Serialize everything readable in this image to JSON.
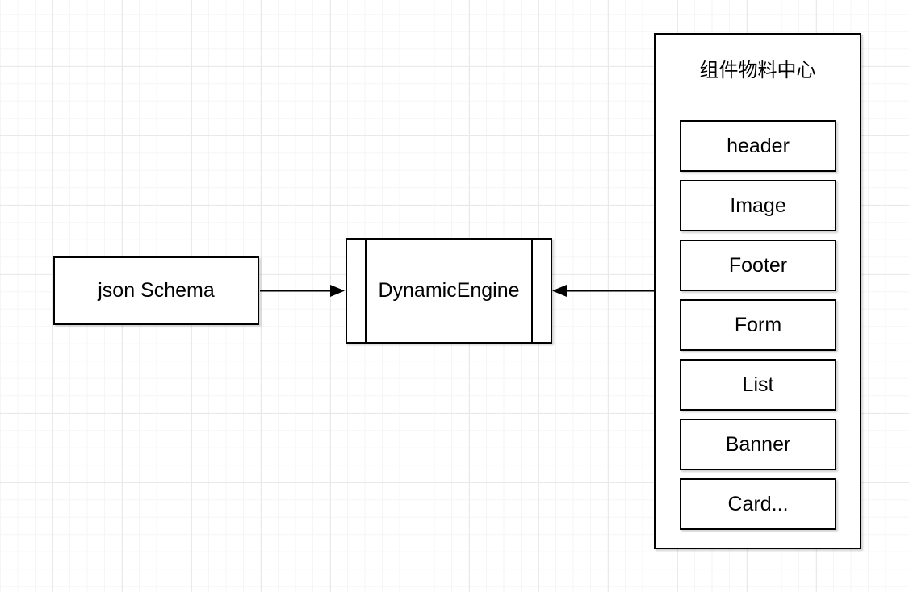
{
  "diagram": {
    "nodes": {
      "json_schema": {
        "label": "json Schema"
      },
      "dynamic_engine": {
        "label": "DynamicEngine"
      }
    },
    "material_center": {
      "title": "组件物料中心",
      "items": [
        {
          "label": "header"
        },
        {
          "label": "Image"
        },
        {
          "label": "Footer"
        },
        {
          "label": "Form"
        },
        {
          "label": "List"
        },
        {
          "label": "Banner"
        },
        {
          "label": "Card..."
        }
      ]
    },
    "edges": [
      {
        "name": "json-schema-to-dynamic-engine",
        "direction": "right"
      },
      {
        "name": "material-center-to-dynamic-engine",
        "direction": "left"
      }
    ],
    "colors": {
      "border": "#000000",
      "fill": "#ffffff",
      "text": "#000000",
      "grid_minor": "#f5f5f5",
      "grid_major": "#e9e9e9"
    }
  }
}
